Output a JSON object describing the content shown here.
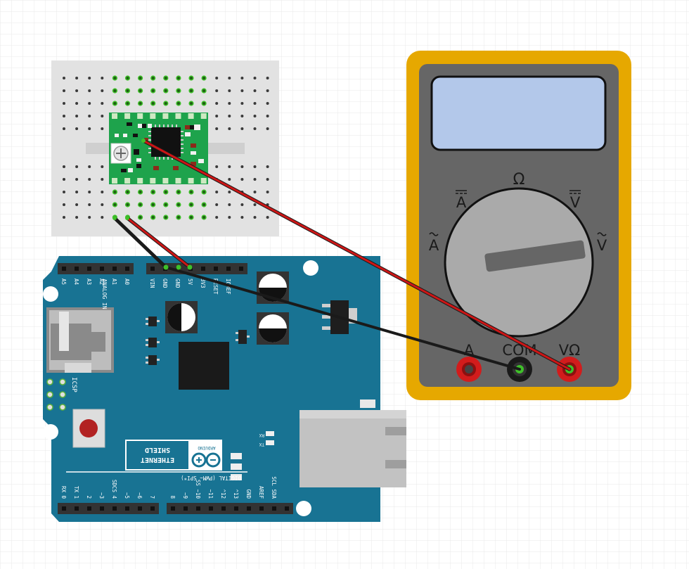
{
  "colors": {
    "grid": "#e6e6e6",
    "breadboard": "#e2e2e2",
    "breadboard_hole": "#3a3a3a",
    "green_hole": "#3fc02a",
    "driver_board": "#1ea34c",
    "shield_body": "#187393",
    "shield_dark": "#0f5c78",
    "meter_frame": "#e6a800",
    "meter_body": "#666666",
    "meter_screen": "#b3c8ea",
    "dial": "#aaaaaa",
    "wire_red": "#cc1616",
    "wire_black": "#1a1a1a",
    "jack_red": "#d21c1c"
  },
  "multimeter": {
    "dial_labels": {
      "ohm": "Ω",
      "dc_amps": "A",
      "dc_volts": "V",
      "ac_amps": "A",
      "ac_volts": "V"
    },
    "jack_labels": {
      "amps": "A",
      "com": "COM",
      "volt_ohm": "VΩ"
    }
  },
  "shield": {
    "name_line1": "ETHERNET",
    "name_line2": "SHIELD",
    "brand": "ARDUINO",
    "digital_label": "DIGITAL (PWM~ SPI*)",
    "analog_label": "ANALOG IN",
    "icsp_label": "ICSP",
    "rx_led": "RX",
    "tx_led": "TX",
    "analog_pins": [
      "A5",
      "A4",
      "A3",
      "A2",
      "A1",
      "A0"
    ],
    "power_pins": [
      "VIN",
      "GND",
      "GND",
      "5V",
      "3V3",
      "RESET",
      "IOREF"
    ],
    "digital_pins_right": [
      "8",
      "~9",
      "SS ~10",
      "~11",
      "^12",
      "^13",
      "GND",
      "AREF",
      "SCL SDA"
    ],
    "digital_pins_left": [
      "RX 0",
      "TX 1",
      "2",
      "~3",
      "SDCS 4",
      "~5",
      "~6",
      "7"
    ]
  }
}
